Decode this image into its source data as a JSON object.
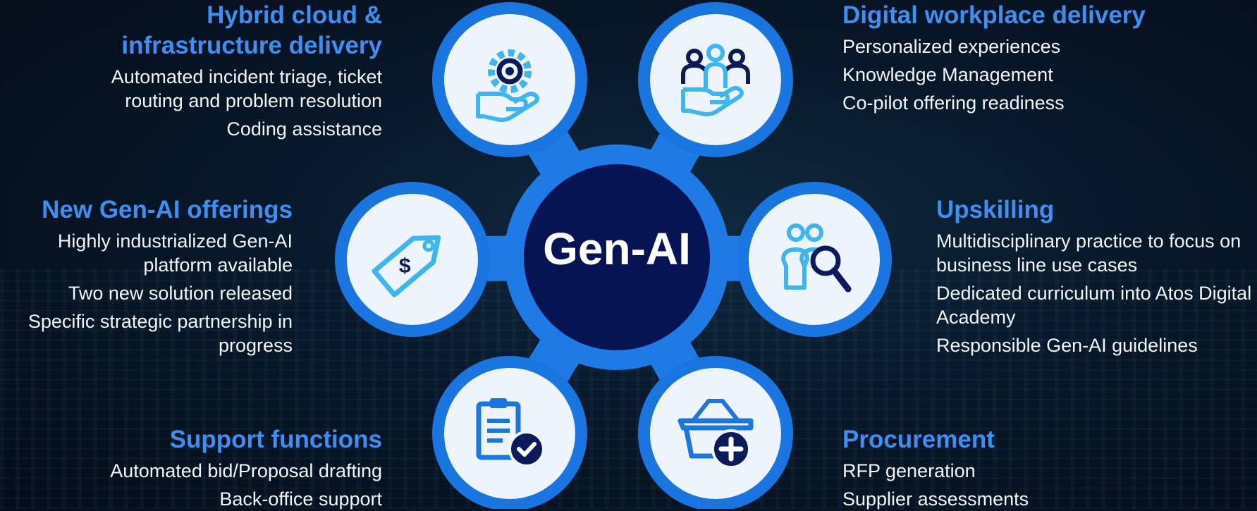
{
  "center": {
    "label": "Gen-AI"
  },
  "colors": {
    "accent_blue": "#1f7ae6",
    "node_blue": "#1976e0",
    "hub_navy": "#061454",
    "title_blue": "#3d8ff0",
    "icon_cyan": "#3db5f2",
    "icon_navy": "#0c1a5c"
  },
  "sections": {
    "hybrid": {
      "title": "Hybrid cloud & infrastructure delivery",
      "items": [
        "Automated incident triage, ticket routing and problem resolution",
        "Coding assistance"
      ],
      "icon": "gear-hand-icon"
    },
    "digital": {
      "title": "Digital workplace delivery",
      "items": [
        "Personalized experiences",
        "Knowledge Management",
        "Co-pilot offering readiness"
      ],
      "icon": "team-hand-icon"
    },
    "offerings": {
      "title": "New Gen-AI offerings",
      "items": [
        "Highly industrialized Gen-AI platform available",
        "Two new solution released",
        "Specific strategic partnership in progress"
      ],
      "icon": "price-tag-icon"
    },
    "upskilling": {
      "title": "Upskilling",
      "items": [
        "Multidisciplinary practice to focus on business line use cases",
        "Dedicated curriculum into Atos Digital Academy",
        "Responsible Gen-AI guidelines"
      ],
      "icon": "people-search-icon"
    },
    "support": {
      "title": "Support functions",
      "items": [
        "Automated bid/Proposal drafting",
        "Back-office support"
      ],
      "icon": "clipboard-check-icon"
    },
    "procurement": {
      "title": "Procurement",
      "items": [
        "RFP generation",
        "Supplier assessments"
      ],
      "icon": "basket-add-icon"
    }
  }
}
